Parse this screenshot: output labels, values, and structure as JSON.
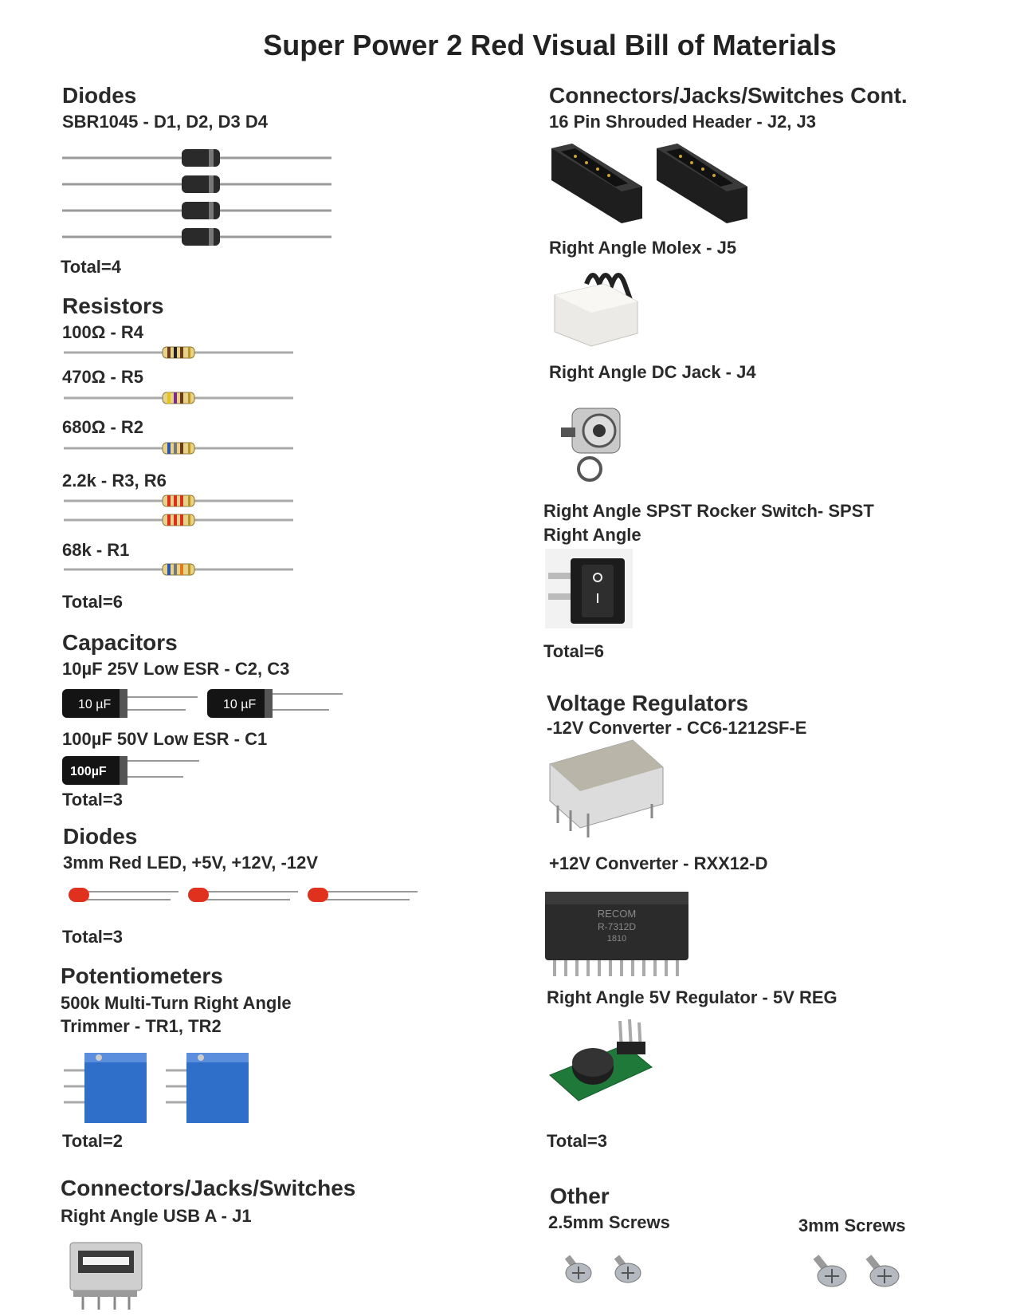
{
  "title": "Super Power 2 Red Visual Bill of Materials",
  "left": {
    "diodes": {
      "heading": "Diodes",
      "part": "SBR1045 - D1, D2, D3 D4",
      "total": "Total=4"
    },
    "resistors": {
      "heading": "Resistors",
      "items": [
        "100Ω - R4",
        "470Ω - R5",
        "680Ω - R2",
        "2.2k - R3, R6",
        "68k - R1"
      ],
      "total": "Total=6"
    },
    "capacitors": {
      "heading": "Capacitors",
      "part1": "10µF 25V Low ESR - C2, C3",
      "cap_label1": "10 µF",
      "part2": "100µF 50V Low ESR - C1",
      "cap_label2": "100µF",
      "total": "Total=3"
    },
    "leds": {
      "heading": "Diodes",
      "part": "3mm Red LED, +5V, +12V, -12V",
      "total": "Total=3"
    },
    "pots": {
      "heading": "Potentiometers",
      "part_line1": "500k Multi-Turn Right Angle",
      "part_line2": "Trimmer - TR1, TR2",
      "total": "Total=2"
    },
    "connectors": {
      "heading": "Connectors/Jacks/Switches",
      "part": "Right Angle USB A - J1"
    }
  },
  "right": {
    "connectors_cont": {
      "heading": "Connectors/Jacks/Switches Cont.",
      "header_part": "16 Pin Shrouded Header - J2, J3",
      "molex_part": "Right Angle Molex - J5",
      "dc_part": "Right Angle DC Jack - J4",
      "switch_line1": "Right Angle SPST Rocker Switch- SPST",
      "switch_line2": "Right Angle",
      "total": "Total=6"
    },
    "regulators": {
      "heading": "Voltage Regulators",
      "part1": "-12V Converter - CC6-1212SF-E",
      "part2": "+12V Converter - RXX12-D",
      "recom_text": [
        "RECOM",
        "R-7312D",
        "1810"
      ],
      "part3": "Right Angle 5V Regulator - 5V REG",
      "total": "Total=3"
    },
    "other": {
      "heading": "Other",
      "screws1": "2.5mm Screws",
      "screws2": "3mm Screws"
    }
  },
  "colors": {
    "text": "#2a2a2a",
    "led_red": "#e0301e",
    "pot_blue": "#2f6fc9",
    "pcb_green": "#1f7a3a"
  }
}
